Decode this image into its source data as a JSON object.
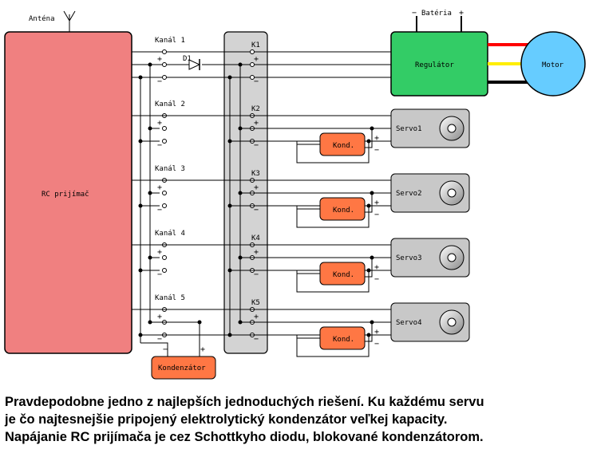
{
  "labels": {
    "antenna": "Anténa",
    "receiver": "RC prijímač",
    "battery": "Batéria",
    "regulator": "Regulátor",
    "motor": "Motor",
    "diode": "D1",
    "capacitor_main": "Kondenzátor",
    "capacitor_small": "Kond.",
    "plus": "+",
    "minus": "−"
  },
  "channels": [
    {
      "label": "Kanál 1",
      "connector": "K1"
    },
    {
      "label": "Kanál 2",
      "connector": "K2",
      "servo": "Servo1"
    },
    {
      "label": "Kanál 3",
      "connector": "K3",
      "servo": "Servo2"
    },
    {
      "label": "Kanál 4",
      "connector": "K4",
      "servo": "Servo3"
    },
    {
      "label": "Kanál 5",
      "connector": "K5",
      "servo": "Servo4"
    }
  ],
  "colors": {
    "receiver_fill": "#f08080",
    "connector_fill": "#d3d3d3",
    "servo_fill": "#c8c8c8",
    "regulator_fill": "#33cc66",
    "motor_fill": "#66ccff",
    "capacitor_fill": "#ff7744",
    "wire_red": "#ff0000",
    "wire_yellow": "#ffee00",
    "wire_black": "#000000"
  },
  "caption": [
    "Pravdepodobne jedno z najlepších jednoduchých riešení. Ku každému servu",
    "je čo najtesnejšie pripojený elektrolytický kondenzátor veľkej kapacity.",
    "Napájanie RC prijímača je cez Schottkyho diodu, blokované kondenzátorom."
  ]
}
